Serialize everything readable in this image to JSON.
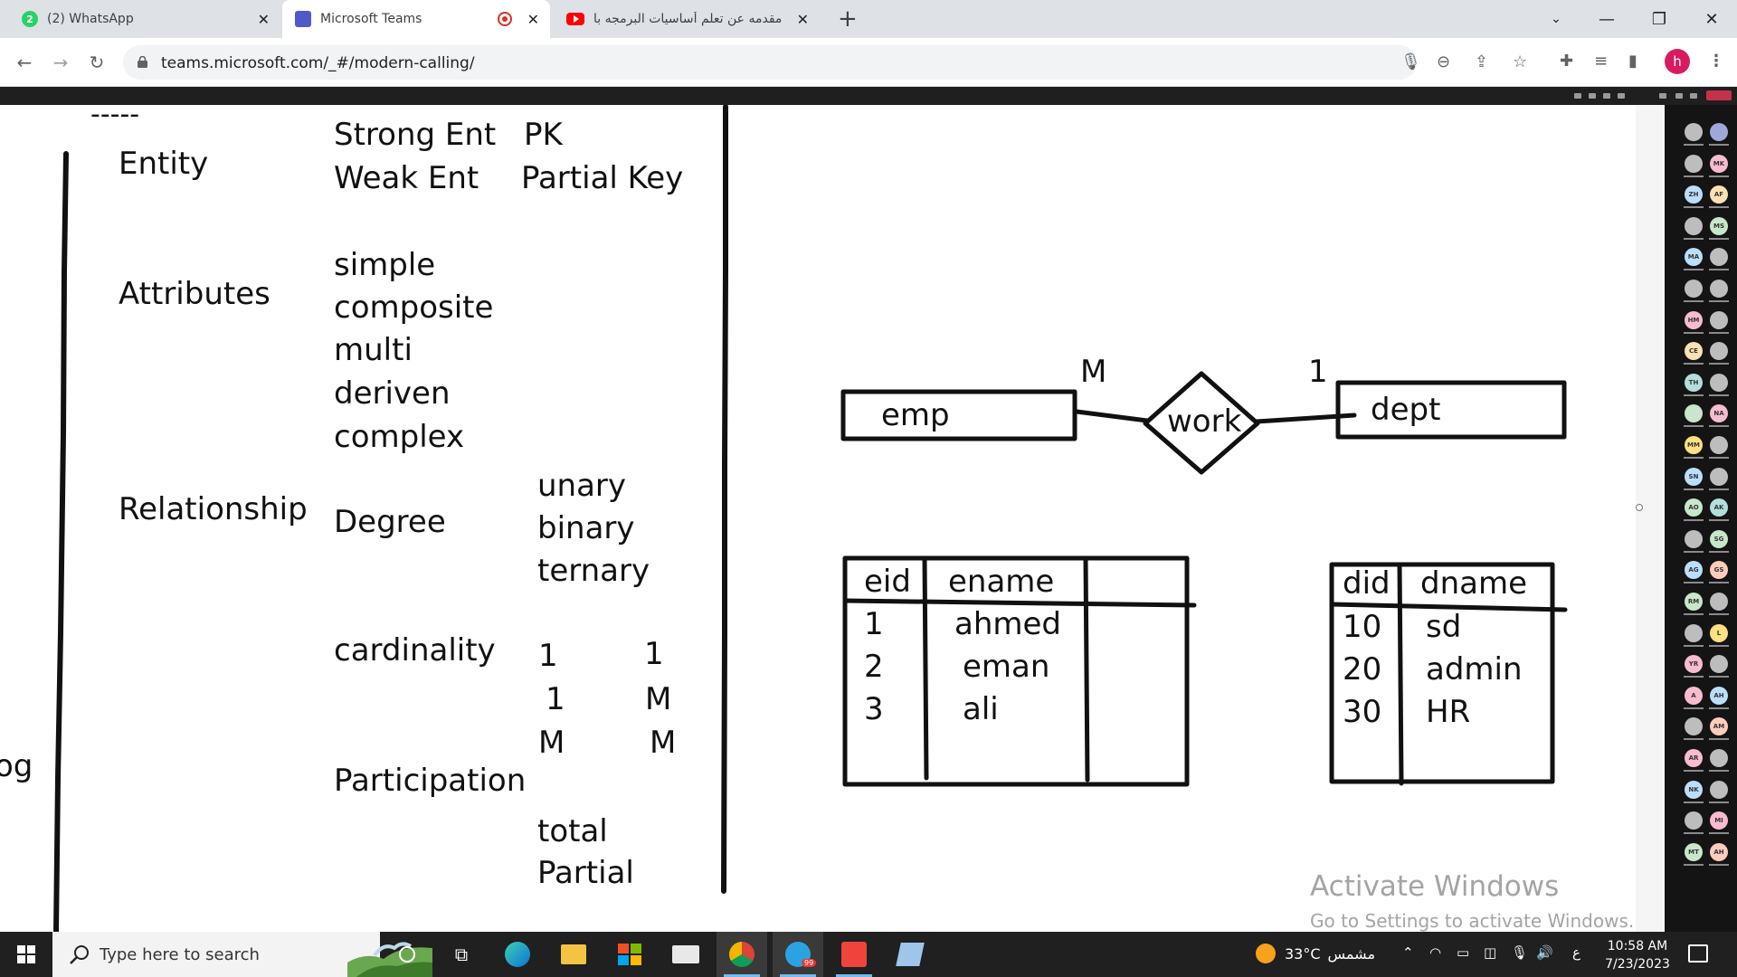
{
  "browser": {
    "tabs": [
      {
        "title": "(2) WhatsApp",
        "badge": "2",
        "icon": "whatsapp-icon"
      },
      {
        "title": "Microsoft Teams",
        "icon": "teams-icon",
        "recording": true
      },
      {
        "title": "مقدمه عن تعلم أساسيات البرمجه با",
        "icon": "youtube-icon"
      }
    ],
    "new_tab": "+",
    "url": "teams.microsoft.com/_#/modern-calling/",
    "profile_initial": "h"
  },
  "whiteboard": {
    "dashes": "-----",
    "entity": {
      "label": "Entity",
      "strong": "Strong Ent",
      "pk": "PK",
      "weak": "Weak Ent",
      "partial_key": "Partial Key"
    },
    "attributes": {
      "label": "Attributes",
      "items": [
        "simple",
        "composite",
        "multi",
        "deriven",
        "complex"
      ]
    },
    "relationship": {
      "label": "Relationship",
      "degree": "Degree",
      "degree_items": [
        "unary",
        "binary",
        "ternary"
      ],
      "cardinality": "cardinality",
      "card_left": [
        "1",
        "1",
        "M"
      ],
      "card_right": [
        "1",
        "M",
        "M"
      ],
      "participation": "Participation",
      "participation_items": [
        "total",
        "Partial"
      ]
    },
    "cut_text": "og",
    "er": {
      "entity_left": "emp",
      "relation": "work",
      "entity_right": "dept",
      "left_card": "M",
      "right_card": "1"
    },
    "emp_table": {
      "headers": [
        "eid",
        "ename"
      ],
      "rows": [
        [
          "1",
          "ahmed"
        ],
        [
          "2",
          "eman"
        ],
        [
          "3",
          "ali"
        ]
      ]
    },
    "dept_table": {
      "headers": [
        "did",
        "dname"
      ],
      "rows": [
        [
          "10",
          "sd"
        ],
        [
          "20",
          "admin"
        ],
        [
          "30",
          "HR"
        ]
      ]
    }
  },
  "watermark": {
    "title": "Activate Windows",
    "subtitle": "Go to Settings to activate Windows."
  },
  "participants": [
    {
      "initials": "",
      "color": "#bdbdbd"
    },
    {
      "initials": "",
      "color": "#9fa8da"
    },
    {
      "initials": "",
      "color": "#bdbdbd"
    },
    {
      "initials": "MK",
      "color": "#f8bbd0"
    },
    {
      "initials": "ZH",
      "color": "#bbdefb"
    },
    {
      "initials": "AF",
      "color": "#ffe0b2"
    },
    {
      "initials": "",
      "color": "#bdbdbd"
    },
    {
      "initials": "MS",
      "color": "#c8e6c9"
    },
    {
      "initials": "MA",
      "color": "#bbdefb"
    },
    {
      "initials": "",
      "color": "#bdbdbd"
    },
    {
      "initials": "",
      "color": "#bdbdbd"
    },
    {
      "initials": "",
      "color": "#bdbdbd"
    },
    {
      "initials": "HM",
      "color": "#f8bbd0"
    },
    {
      "initials": "",
      "color": "#bdbdbd"
    },
    {
      "initials": "CE",
      "color": "#ffe0b2"
    },
    {
      "initials": "",
      "color": "#bdbdbd"
    },
    {
      "initials": "TH",
      "color": "#b2dfdb"
    },
    {
      "initials": "",
      "color": "#bdbdbd"
    },
    {
      "initials": "",
      "color": "#c8e6c9"
    },
    {
      "initials": "NA",
      "color": "#f8bbd0"
    },
    {
      "initials": "MM",
      "color": "#ffe082"
    },
    {
      "initials": "",
      "color": "#bdbdbd"
    },
    {
      "initials": "SN",
      "color": "#bbdefb"
    },
    {
      "initials": "",
      "color": "#bdbdbd"
    },
    {
      "initials": "AO",
      "color": "#c8e6c9"
    },
    {
      "initials": "AK",
      "color": "#b2dfdb"
    },
    {
      "initials": "",
      "color": "#bdbdbd"
    },
    {
      "initials": "SG",
      "color": "#c8e6c9"
    },
    {
      "initials": "AG",
      "color": "#bbdefb"
    },
    {
      "initials": "GS",
      "color": "#ffccbc"
    },
    {
      "initials": "RM",
      "color": "#c8e6c9"
    },
    {
      "initials": "",
      "color": "#bdbdbd"
    },
    {
      "initials": "",
      "color": "#bdbdbd"
    },
    {
      "initials": "L",
      "color": "#ffe082"
    },
    {
      "initials": "YR",
      "color": "#f8bbd0"
    },
    {
      "initials": "",
      "color": "#bdbdbd"
    },
    {
      "initials": "A",
      "color": "#f8bbd0"
    },
    {
      "initials": "AH",
      "color": "#bbdefb"
    },
    {
      "initials": "",
      "color": "#bdbdbd"
    },
    {
      "initials": "AM",
      "color": "#ffccbc"
    },
    {
      "initials": "AR",
      "color": "#f8bbd0"
    },
    {
      "initials": "",
      "color": "#bdbdbd"
    },
    {
      "initials": "NK",
      "color": "#bbdefb"
    },
    {
      "initials": "",
      "color": "#bdbdbd"
    },
    {
      "initials": "",
      "color": "#bdbdbd"
    },
    {
      "initials": "MI",
      "color": "#f8bbd0"
    },
    {
      "initials": "MT",
      "color": "#c8e6c9"
    },
    {
      "initials": "AH",
      "color": "#ffccbc"
    }
  ],
  "taskbar": {
    "search_placeholder": "Type here to search",
    "telegram_badge": "99",
    "weather": {
      "temp": "33°C",
      "condition": "مشمس"
    },
    "lang": "ع",
    "time": "10:58 AM",
    "date": "7/23/2023"
  }
}
